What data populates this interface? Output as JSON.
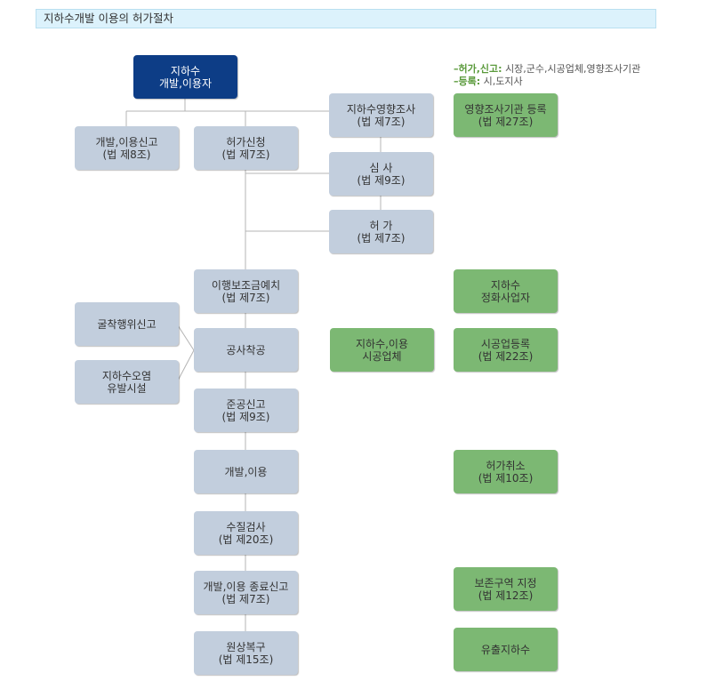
{
  "title": "지하수개발 이용의 허가절차",
  "legend": [
    {
      "key": "–허가,신고:",
      "value": "시장,군수,시공업체,영향조사기관"
    },
    {
      "key": "–등록:",
      "value": "시,도지사"
    }
  ],
  "nodes": {
    "developer": "지하수\n개발,이용자",
    "report": "개발,이용신고\n(법 제8조)",
    "apply": "허가신청\n(법 제7조)",
    "impact": "지하수영향조사\n(법 제7조)",
    "review": "심 사\n(법 제9조)",
    "permit": "허 가\n(법 제7조)",
    "deposit": "이행보조금예치\n(법 제7조)",
    "drilling_report": "굴착행위신고",
    "pollution": "지하수오염\n유발시설",
    "construction": "공사착공",
    "completion": "준공신고\n(법 제9조)",
    "use": "개발,이용",
    "water_test": "수질검사\n(법 제20조)",
    "end_report": "개발,이용 종료신고\n(법 제7조)",
    "restore": "원상복구\n(법 제15조)",
    "impact_agency": "영향조사기관 등록\n(법 제27조)",
    "purifier": "지하수\n정화사업자",
    "contractor": "지하수,이용\n시공업체",
    "contractor_reg": "시공업등록\n(법 제22조)",
    "cancel": "허가취소\n(법 제10조)",
    "protect_zone": "보존구역 지정\n(법 제12조)",
    "outflow": "유출지하수"
  }
}
